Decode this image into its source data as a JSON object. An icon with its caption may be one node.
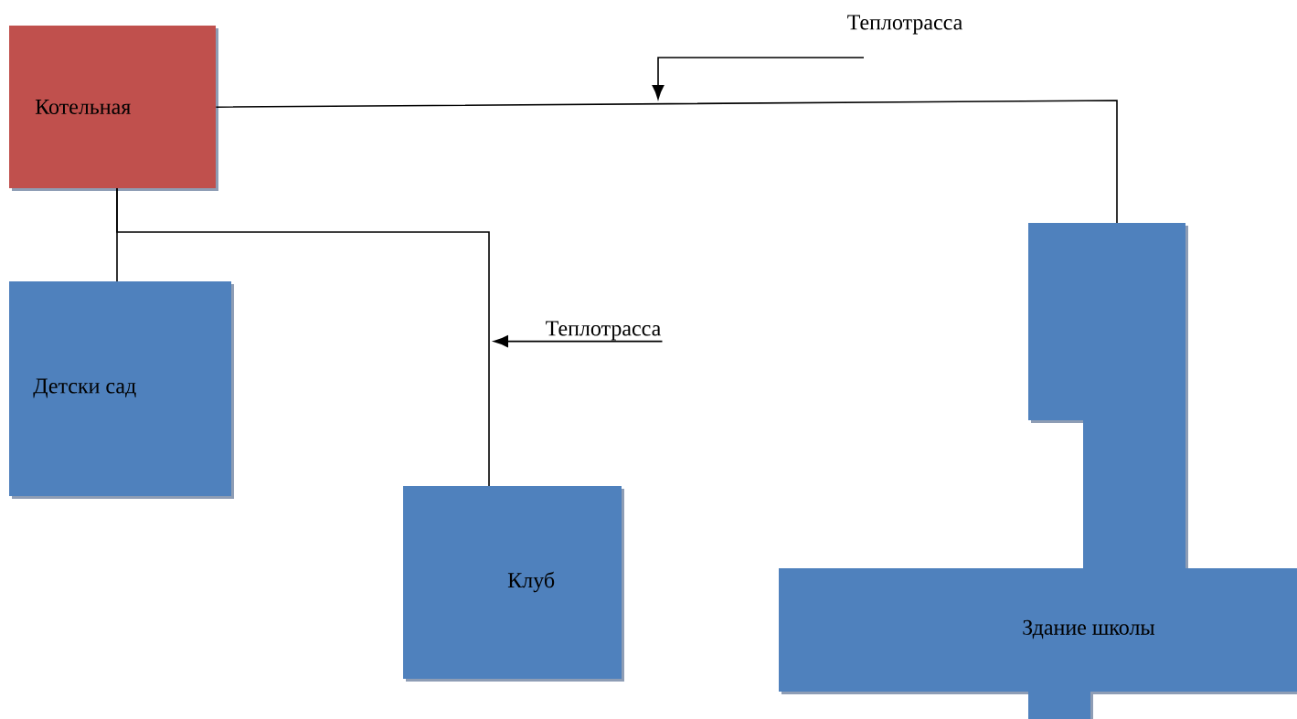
{
  "diagram": {
    "nodes": [
      {
        "text": [
          "Котельная"
        ]
      },
      {
        "text": [
          "Детски сад"
        ]
      },
      {
        "text": [
          "Клуб"
        ]
      },
      {
        "text": [],
        "shape": "box"
      },
      {
        "text": [],
        "shape": "box"
      },
      {
        "text": [
          "Здание школы"
        ]
      },
      {
        "text": [],
        "shape": "box"
      },
      {
        "text": [
          "Теплотрасса"
        ]
      },
      {
        "text": [
          "Теплотрасса"
        ]
      }
    ],
    "edges": [
      {
        "from": 0,
        "to": 4,
        "arrow": "none"
      },
      {
        "from": 0,
        "to": 1,
        "arrow": "none"
      },
      {
        "from": 0,
        "to": 2,
        "arrow": "none"
      },
      {
        "from": 7,
        "to": null,
        "arrow": "to"
      },
      {
        "from": 8,
        "to": null,
        "arrow": "to"
      }
    ]
  }
}
